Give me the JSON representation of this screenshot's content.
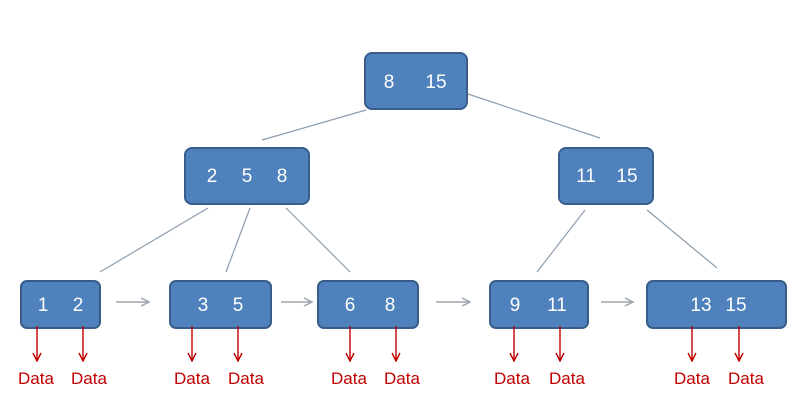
{
  "tree": {
    "root": {
      "keys": [
        "8",
        "15"
      ]
    },
    "internal": [
      {
        "keys": [
          "2",
          "5",
          "8"
        ]
      },
      {
        "keys": [
          "11",
          "15"
        ]
      }
    ],
    "leaves": [
      {
        "keys": [
          "1",
          "2"
        ]
      },
      {
        "keys": [
          "3",
          "5"
        ]
      },
      {
        "keys": [
          "6",
          "8"
        ]
      },
      {
        "keys": [
          "9",
          "11"
        ]
      },
      {
        "keys": [
          "13",
          "15"
        ]
      }
    ]
  },
  "data_label": "Data",
  "colors": {
    "node_fill": "#4F81BD",
    "node_border": "#385D8A",
    "node_text": "#FFFFFF",
    "edge": "#8C9DAF",
    "leaf_link_arrow": "#9DA5AE",
    "data_arrow": "#C00000",
    "data_text": "#C00000"
  }
}
